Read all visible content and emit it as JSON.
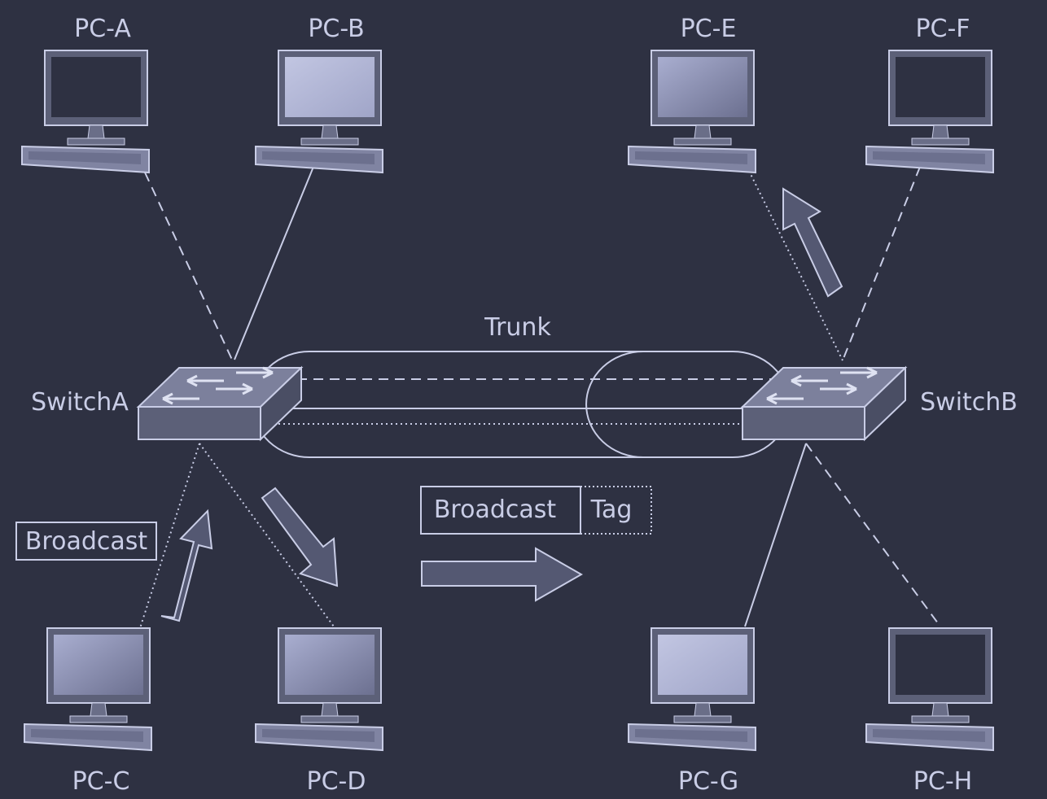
{
  "pcs": {
    "a": {
      "label": "PC-A",
      "vlan_link": "dashed"
    },
    "b": {
      "label": "PC-B",
      "vlan_link": "solid"
    },
    "c": {
      "label": "PC-C",
      "vlan_link": "dotted"
    },
    "d": {
      "label": "PC-D",
      "vlan_link": "dotted"
    },
    "e": {
      "label": "PC-E",
      "vlan_link": "dotted"
    },
    "f": {
      "label": "PC-F",
      "vlan_link": "dashed"
    },
    "g": {
      "label": "PC-G",
      "vlan_link": "solid"
    },
    "h": {
      "label": "PC-H",
      "vlan_link": "dashed"
    }
  },
  "switches": {
    "a": {
      "label": "SwitchA"
    },
    "b": {
      "label": "SwitchB"
    }
  },
  "trunk": {
    "label": "Trunk"
  },
  "frames": {
    "untagged": {
      "label": "Broadcast"
    },
    "tagged": {
      "payload": "Broadcast",
      "tag": "Tag"
    }
  },
  "colors": {
    "background": "#2e3142",
    "stroke": "#c9cde6",
    "screen_fill": "#a9aed0",
    "device_fill": "#5c6078",
    "arrow_fill": "#545872"
  }
}
